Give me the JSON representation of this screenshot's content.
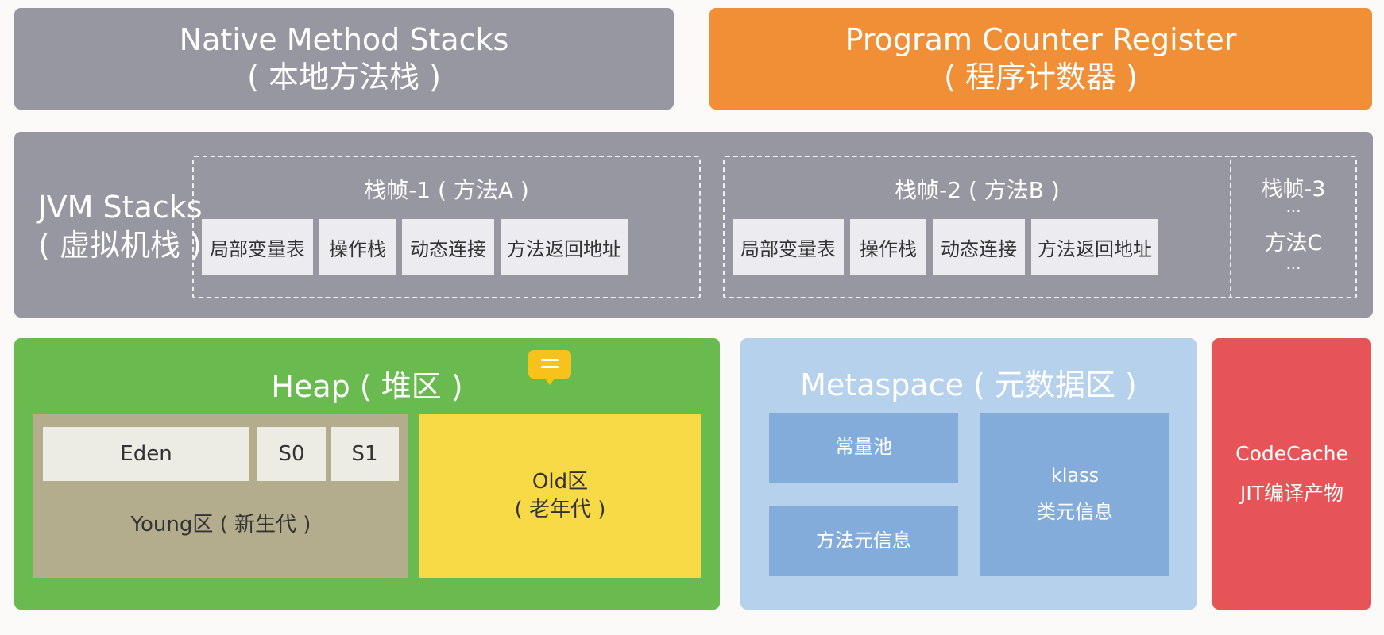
{
  "native": {
    "line1": "Native Method Stacks",
    "line2": "( 本地方法栈 )"
  },
  "pcr": {
    "line1": "Program Counter Register",
    "line2": "( 程序计数器 )"
  },
  "jvm": {
    "label_line1": "JVM Stacks",
    "label_line2": "( 虚拟机栈 )",
    "frame1": {
      "title": "栈帧-1 ( 方法A )",
      "cells": [
        "局部变量表",
        "操作栈",
        "动态连接",
        "方法返回地址"
      ]
    },
    "frame2": {
      "title": "栈帧-2 ( 方法B )",
      "cells": [
        "局部变量表",
        "操作栈",
        "动态连接",
        "方法返回地址"
      ]
    },
    "frame3": {
      "title": "栈帧-3",
      "dots1": "...",
      "method": "方法C",
      "dots2": "..."
    }
  },
  "heap": {
    "title": "Heap ( 堆区 )",
    "eden": "Eden",
    "s0": "S0",
    "s1": "S1",
    "young": "Young区 ( 新生代 )",
    "old_line1": "Old区",
    "old_line2": "( 老年代 )"
  },
  "meta": {
    "title": "Metaspace ( 元数据区 )",
    "const_pool": "常量池",
    "method_meta": "方法元信息",
    "klass_line1": "klass",
    "klass_line2": "类元信息"
  },
  "codecache": {
    "line1": "CodeCache",
    "line2": "JIT编译产物"
  },
  "icons": {
    "comment": "comment-icon"
  },
  "colors": {
    "gray": "#9797a1",
    "orange": "#f08f36",
    "green": "#69bb50",
    "young": "#b3ad8e",
    "old": "#f7da45",
    "meta": "#b6d1ec",
    "meta_cell": "#84acdb",
    "red": "#e65457",
    "comment": "#f7c21c"
  }
}
